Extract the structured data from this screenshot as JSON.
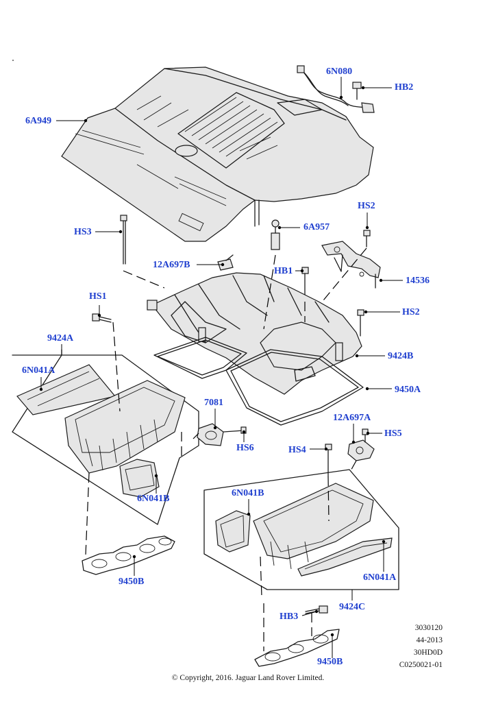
{
  "labels": {
    "6A949": "6A949",
    "6N080": "6N080",
    "HB2": "HB2",
    "HS2": "HS2",
    "6A957": "6A957",
    "HS3": "HS3",
    "12A697B": "12A697B",
    "HB1": "HB1",
    "14536": "14536",
    "HS1": "HS1",
    "HS2b": "HS2",
    "9424A": "9424A",
    "9424B": "9424B",
    "6N041A": "6N041A",
    "9450A": "9450A",
    "7081": "7081",
    "12A697A": "12A697A",
    "HS5": "HS5",
    "HS6": "HS6",
    "HS4": "HS4",
    "6N041B_left": "6N041B",
    "6N041B_right": "6N041B",
    "9450B_left": "9450B",
    "6N041A_right": "6N041A",
    "9424C": "9424C",
    "HB3": "HB3",
    "9450B_bottom": "9450B"
  },
  "meta": {
    "line1": "3030120",
    "line2": "44-2013",
    "line3": "30HD0D",
    "line4": "C0250021-01"
  },
  "copyright": "© Copyright, 2016. Jaguar Land Rover Limited.",
  "colors": {
    "label": "#1f3fcf",
    "line": "#1a1a1a"
  }
}
